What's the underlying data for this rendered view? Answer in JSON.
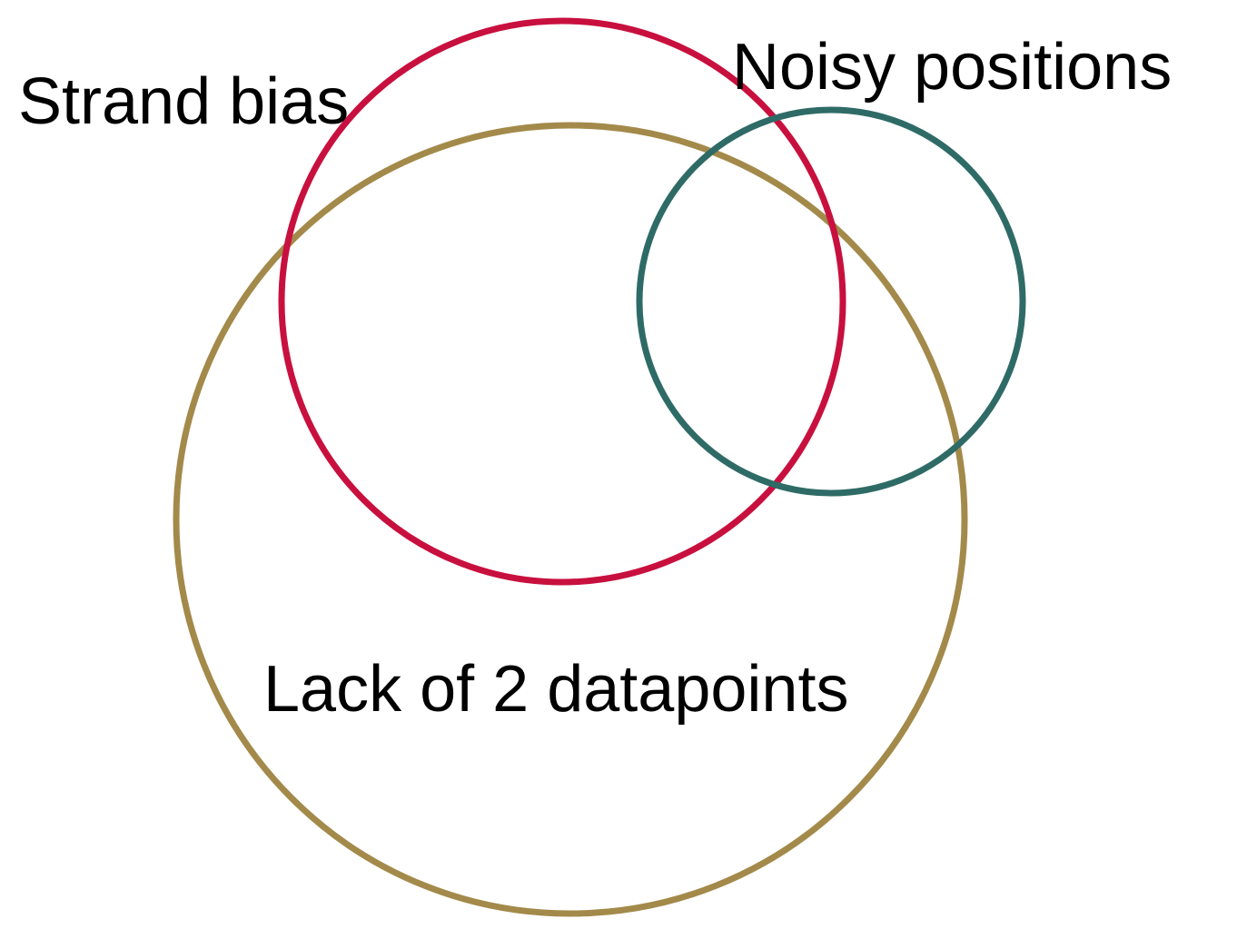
{
  "diagram": {
    "type": "venn",
    "sets": [
      {
        "id": "strand-bias",
        "label": "Strand bias",
        "color": "#C8103E"
      },
      {
        "id": "noisy-positions",
        "label": "Noisy positions",
        "color": "#2F6B66"
      },
      {
        "id": "lack-of-2-datapoints",
        "label": "Lack of 2 datapoints",
        "color": "#A38A4A"
      }
    ]
  }
}
